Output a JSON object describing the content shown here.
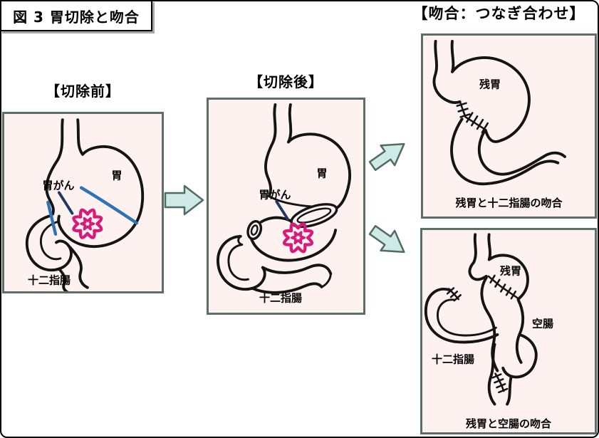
{
  "figure": {
    "title": "図 3 胃切除と吻合",
    "anastomosis_heading": "【吻合：つなぎ合わせ】"
  },
  "panels": {
    "before": {
      "header": "【切除前】",
      "stomach_label": "胃",
      "cancer_label": "胃がん",
      "duodenum_label": "十二指腸"
    },
    "after": {
      "header": "【切除後】",
      "stomach_label": "胃",
      "cancer_label": "胃がん",
      "duodenum_label": "十二指腸"
    },
    "gastroduodenostomy": {
      "remnant_label": "残胃",
      "caption": "残胃と十二指腸の吻合"
    },
    "gastrojejunostomy": {
      "remnant_label": "残胃",
      "jejunum_label": "空腸",
      "duodenum_label": "十二指腸",
      "caption": "残胃と空腸の吻合"
    }
  },
  "colors": {
    "panel_bg": "#fdf2f0",
    "panel_border": "#5c6e67",
    "arrow_fill": "#cfe9e6",
    "arrow_stroke": "#4e6b66",
    "organ_outline": "#141414",
    "cut_line_blue": "#2e74b5",
    "pointer_navy": "#1f3864",
    "tumor_pink": "#d81b7a"
  }
}
